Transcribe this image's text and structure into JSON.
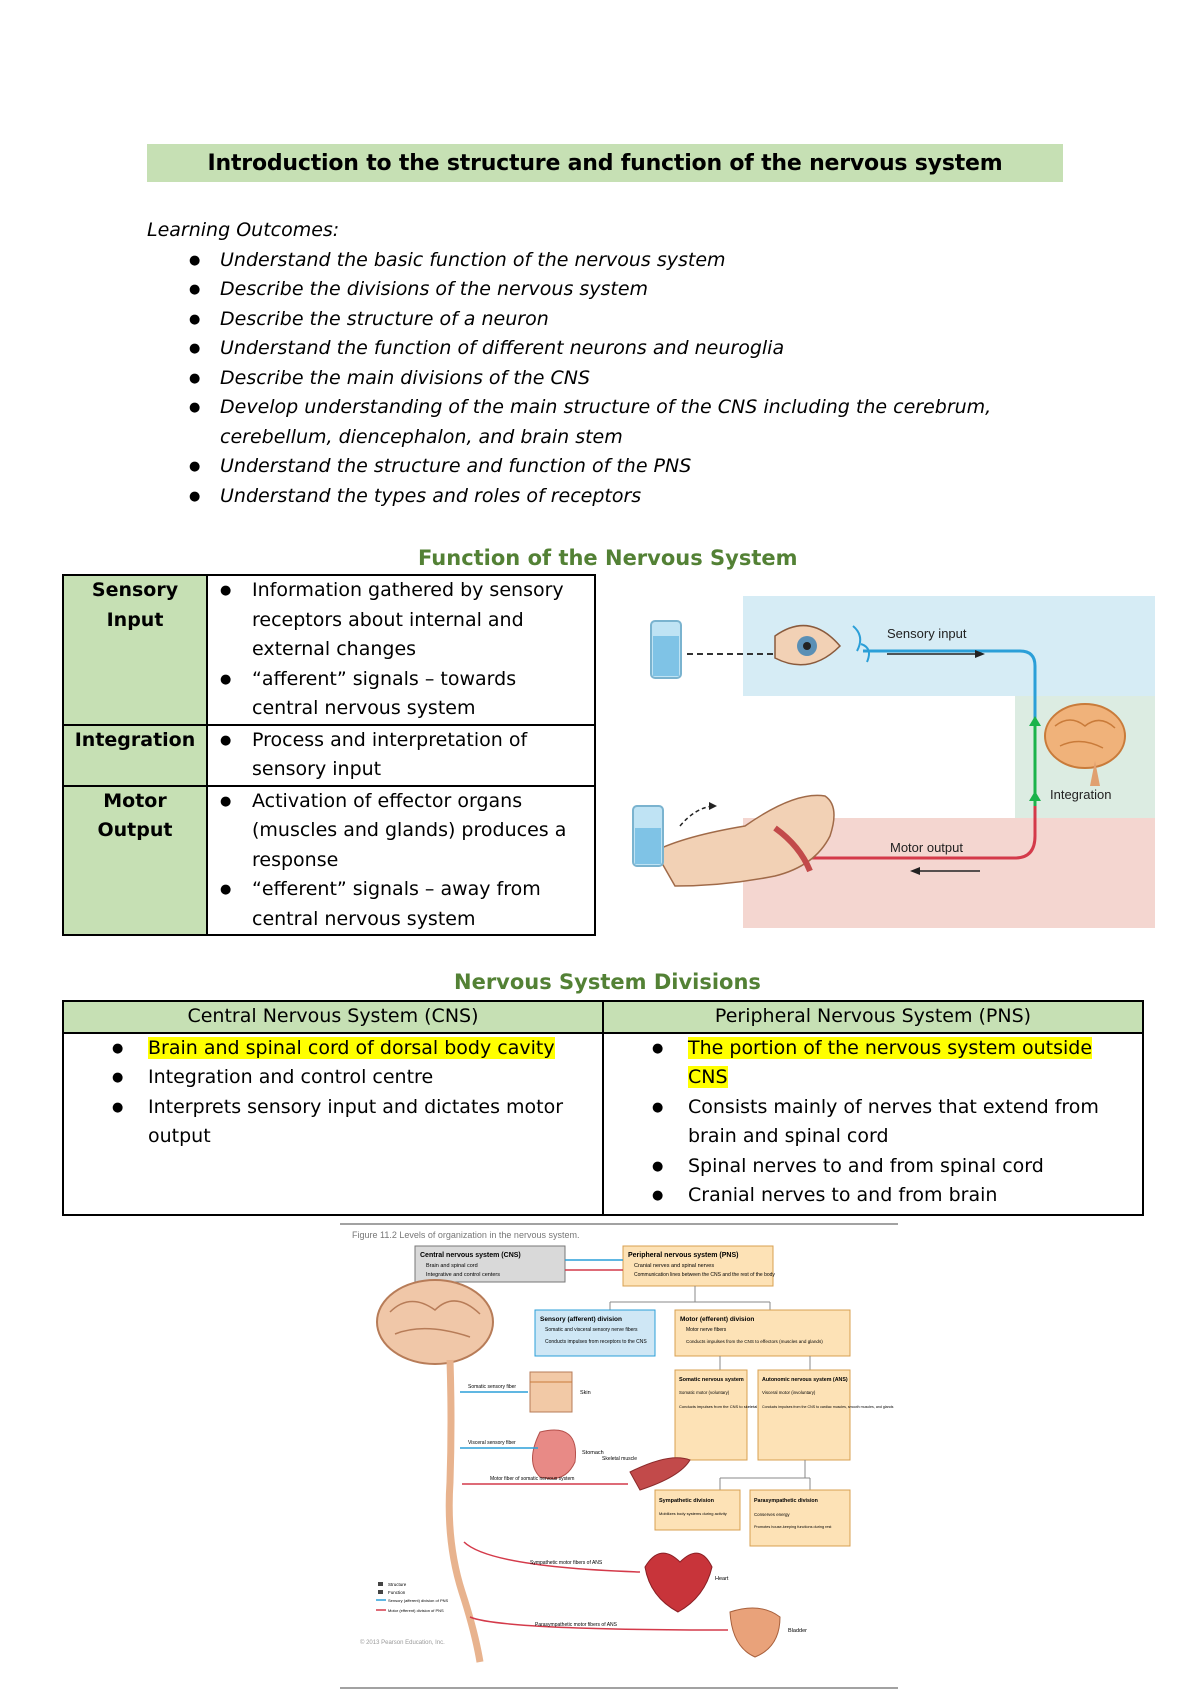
{
  "title": "Introduction to the structure and function of the nervous system",
  "learning_outcomes": {
    "heading": "Learning Outcomes:",
    "items": [
      "Understand the basic function of the nervous system",
      "Describe the divisions of the nervous system",
      "Describe the structure of a neuron",
      "Understand the function of different neurons and neuroglia",
      "Describe the main divisions of the CNS",
      "Develop understanding of the main structure of the CNS including the cerebrum, cerebellum, diencephalon, and brain stem",
      "Understand the structure and function of the PNS",
      "Understand the types and roles of receptors"
    ]
  },
  "function_section": {
    "heading": "Function of the Nervous System",
    "rows": [
      {
        "label": "Sensory Input",
        "points": [
          "Information gathered by sensory receptors about internal and external changes",
          "“afferent” signals – towards central nervous system"
        ]
      },
      {
        "label": "Integration",
        "points": [
          "Process and interpretation of sensory input"
        ]
      },
      {
        "label": "Motor Output",
        "points": [
          "Activation of effector organs (muscles and glands) produces a response",
          "“efferent” signals – away from central nervous system"
        ]
      }
    ],
    "figure": {
      "sensory_label": "Sensory input",
      "integration_label": "Integration",
      "motor_label": "Motor output"
    }
  },
  "divisions_section": {
    "heading": "Nervous System Divisions",
    "cns": {
      "header": "Central Nervous System (CNS)",
      "points": [
        "Brain and spinal cord of dorsal body cavity",
        "Integration and control centre",
        "Interprets sensory input and dictates motor output"
      ]
    },
    "pns": {
      "header": "Peripheral Nervous System (PNS)",
      "points": [
        "The portion of the nervous system outside CNS",
        "Consists mainly of nerves that extend from brain and spinal cord",
        "Spinal nerves to and from spinal cord",
        "Cranial nerves to and from brain"
      ]
    }
  },
  "figure2": {
    "caption": "Figure 11.2 Levels of organization in the nervous system.",
    "cns_box": {
      "title": "Central nervous system (CNS)",
      "items": [
        "Brain and spinal cord",
        "Integrative and control centers"
      ]
    },
    "pns_box": {
      "title": "Peripheral nervous system (PNS)",
      "items": [
        "Cranial nerves and spinal nerves",
        "Communication lines between the CNS and the rest of the body"
      ]
    },
    "sensory_box": {
      "title": "Sensory (afferent) division",
      "items": [
        "Somatic and visceral sensory nerve fibers",
        "Conducts impulses from receptors to the CNS"
      ]
    },
    "motor_box": {
      "title": "Motor (efferent) division",
      "items": [
        "Motor nerve fibers",
        "Conducts impulses from the CNS to effectors (muscles and glands)"
      ]
    },
    "somatic_box": {
      "title": "Somatic nervous system",
      "items": [
        "Somatic motor (voluntary)",
        "Conducts impulses from the CNS to skeletal muscles"
      ]
    },
    "autonomic_box": {
      "title": "Autonomic nervous system (ANS)",
      "items": [
        "Visceral motor (involuntary)",
        "Conducts impulses from the CNS to cardiac muscles, smooth muscles, and glands"
      ]
    },
    "sympathetic_box": {
      "title": "Sympathetic division",
      "items": [
        "Mobilizes body systems during activity"
      ]
    },
    "parasympathetic_box": {
      "title": "Parasympathetic division",
      "items": [
        "Conserves energy",
        "Promotes house-keeping functions during rest"
      ]
    },
    "labels": {
      "somatic_sensory": "Somatic sensory fiber",
      "skin": "Skin",
      "visceral_sensory": "Visceral sensory fiber",
      "stomach": "Stomach",
      "skeletal_muscle": "Skeletal muscle",
      "motor_fiber_somatic": "Motor fiber of somatic nervous system",
      "sympathetic_fibers": "Sympathetic motor fibers of ANS",
      "heart": "Heart",
      "parasympathetic_fibers": "Parasympathetic motor fibers of ANS",
      "bladder": "Bladder"
    },
    "legend": [
      "Structure",
      "Function",
      "Sensory (afferent) division of PNS",
      "Motor (efferent) division of PNS"
    ],
    "copyright": "© 2013 Pearson Education, Inc."
  }
}
